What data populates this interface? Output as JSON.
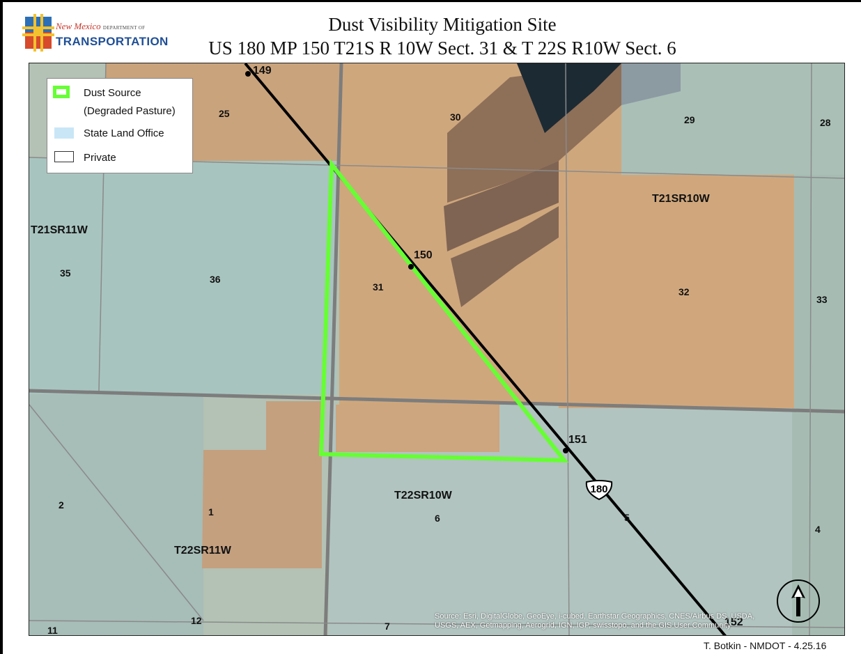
{
  "logo": {
    "line1": "New Mexico",
    "line1_small": "DEPARTMENT OF",
    "line2": "TRANSPORTATION",
    "icon": "zia-sun-logo"
  },
  "title": {
    "line1": "Dust Visibility Mitigation Site",
    "line2": "US 180 MP 150 T21S R 10W Sect. 31 & T 22S R10W Sect. 6"
  },
  "legend": {
    "items": [
      {
        "label": "Dust Source",
        "label2": "(Degraded Pasture)",
        "color": "#66ff33"
      },
      {
        "label": "State Land Office",
        "color": "#c9e6f7"
      },
      {
        "label": "Private",
        "color": "#ffffff"
      }
    ]
  },
  "sections": [
    "149",
    "25",
    "30",
    "29",
    "28",
    "35",
    "36",
    "31",
    "32",
    "33",
    "2",
    "1",
    "6",
    "5",
    "4",
    "11",
    "12",
    "7"
  ],
  "townships": [
    "T21SR11W",
    "T21SR10W",
    "T22SR10W",
    "T22SR11W"
  ],
  "mileposts": [
    "150",
    "151",
    "152"
  ],
  "route_shield": "180",
  "source_text": {
    "line1": "Source: Esri, DigitalGlobe, GeoEye, i-cubed, Earthstar Geographics, CNES/Airbus DS, USDA,",
    "line2": "USGS, AEX, Getmapping, Aerogrid, IGN, IGP, swisstopo, and the GIS User Community"
  },
  "credit": "T. Botkin - NMDOT - 4.25.16",
  "north_arrow": "north-arrow-icon",
  "colors": {
    "dust_source": "#66ff33",
    "state_land": "#a9c8c6",
    "private": "#c8a47c",
    "road": "#000000",
    "section_line": "#7a7a7a"
  }
}
